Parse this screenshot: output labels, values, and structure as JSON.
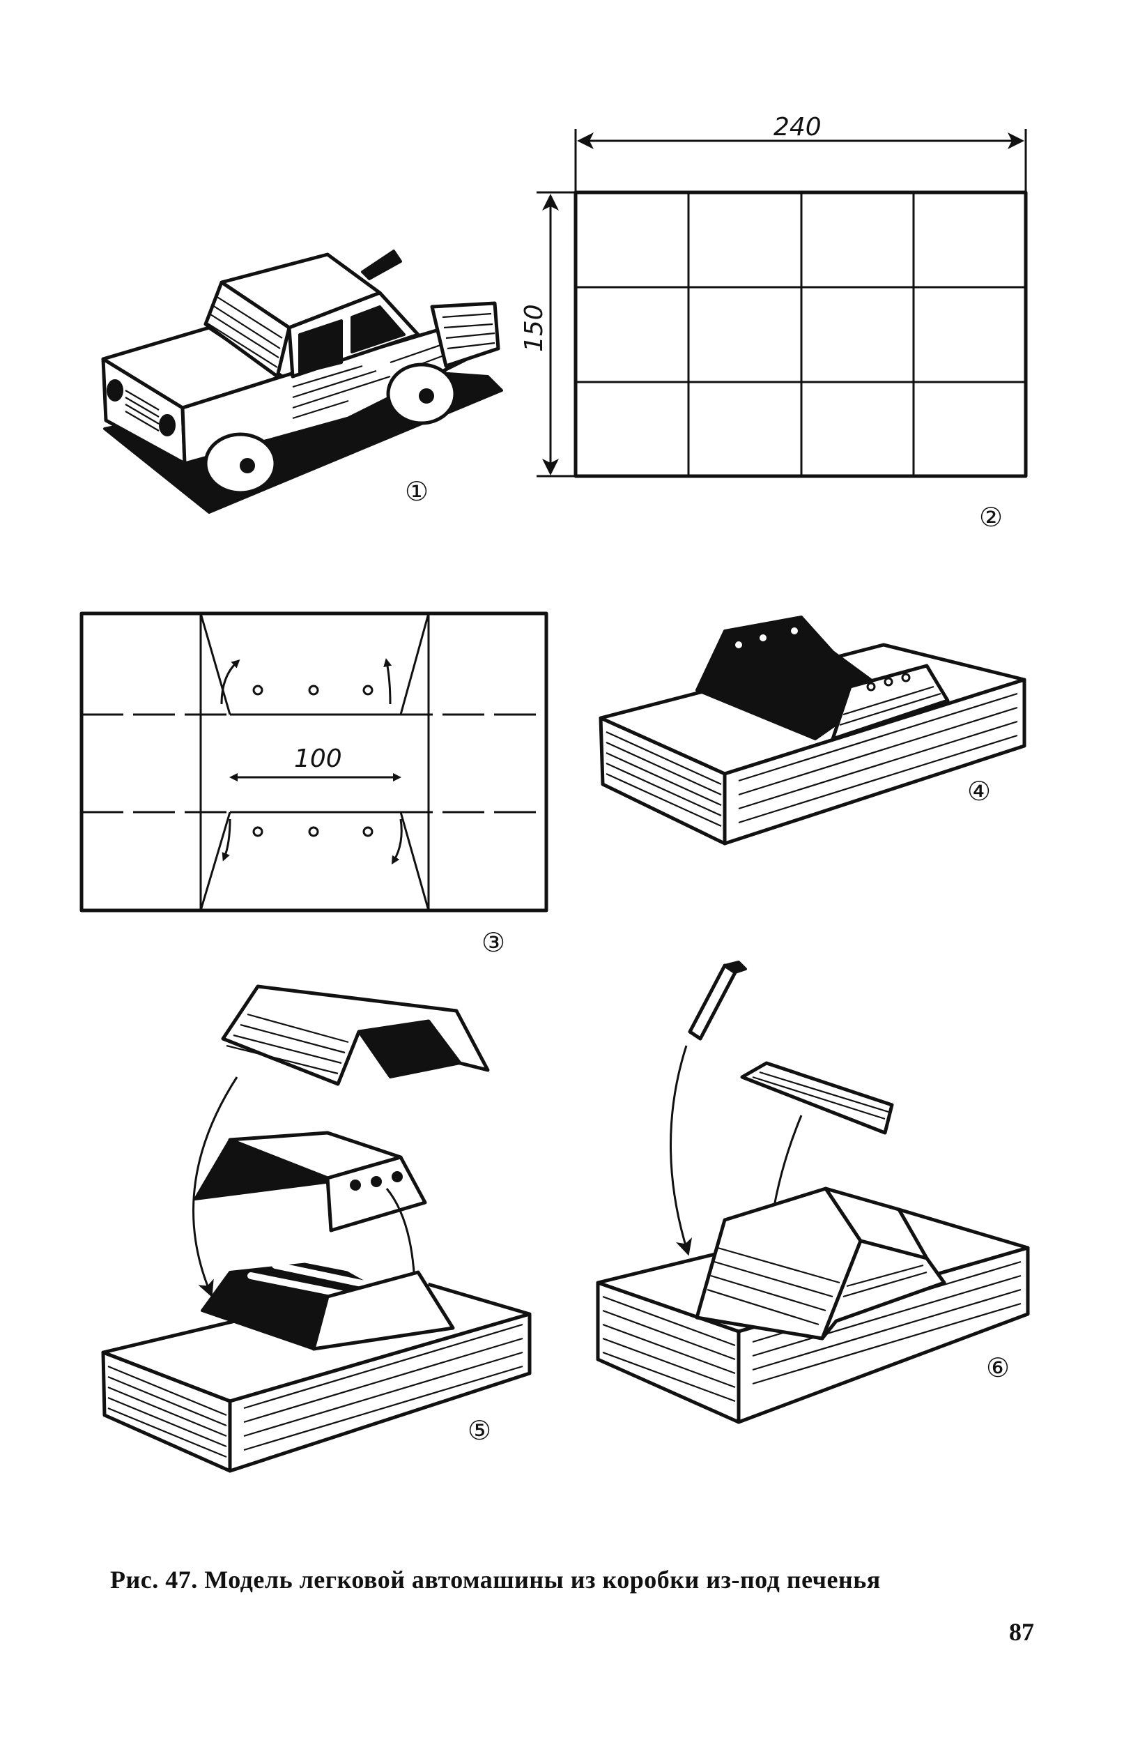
{
  "figure": {
    "panels": [
      {
        "step": "①"
      },
      {
        "step": "②",
        "dimension_width": "240",
        "dimension_height": "150"
      },
      {
        "step": "③",
        "dimension_center": "100"
      },
      {
        "step": "④"
      },
      {
        "step": "⑤"
      },
      {
        "step": "⑥"
      }
    ],
    "caption": "Рис. 47. Модель легковой автомашины из коробки из-под печенья"
  },
  "page_number": "87"
}
